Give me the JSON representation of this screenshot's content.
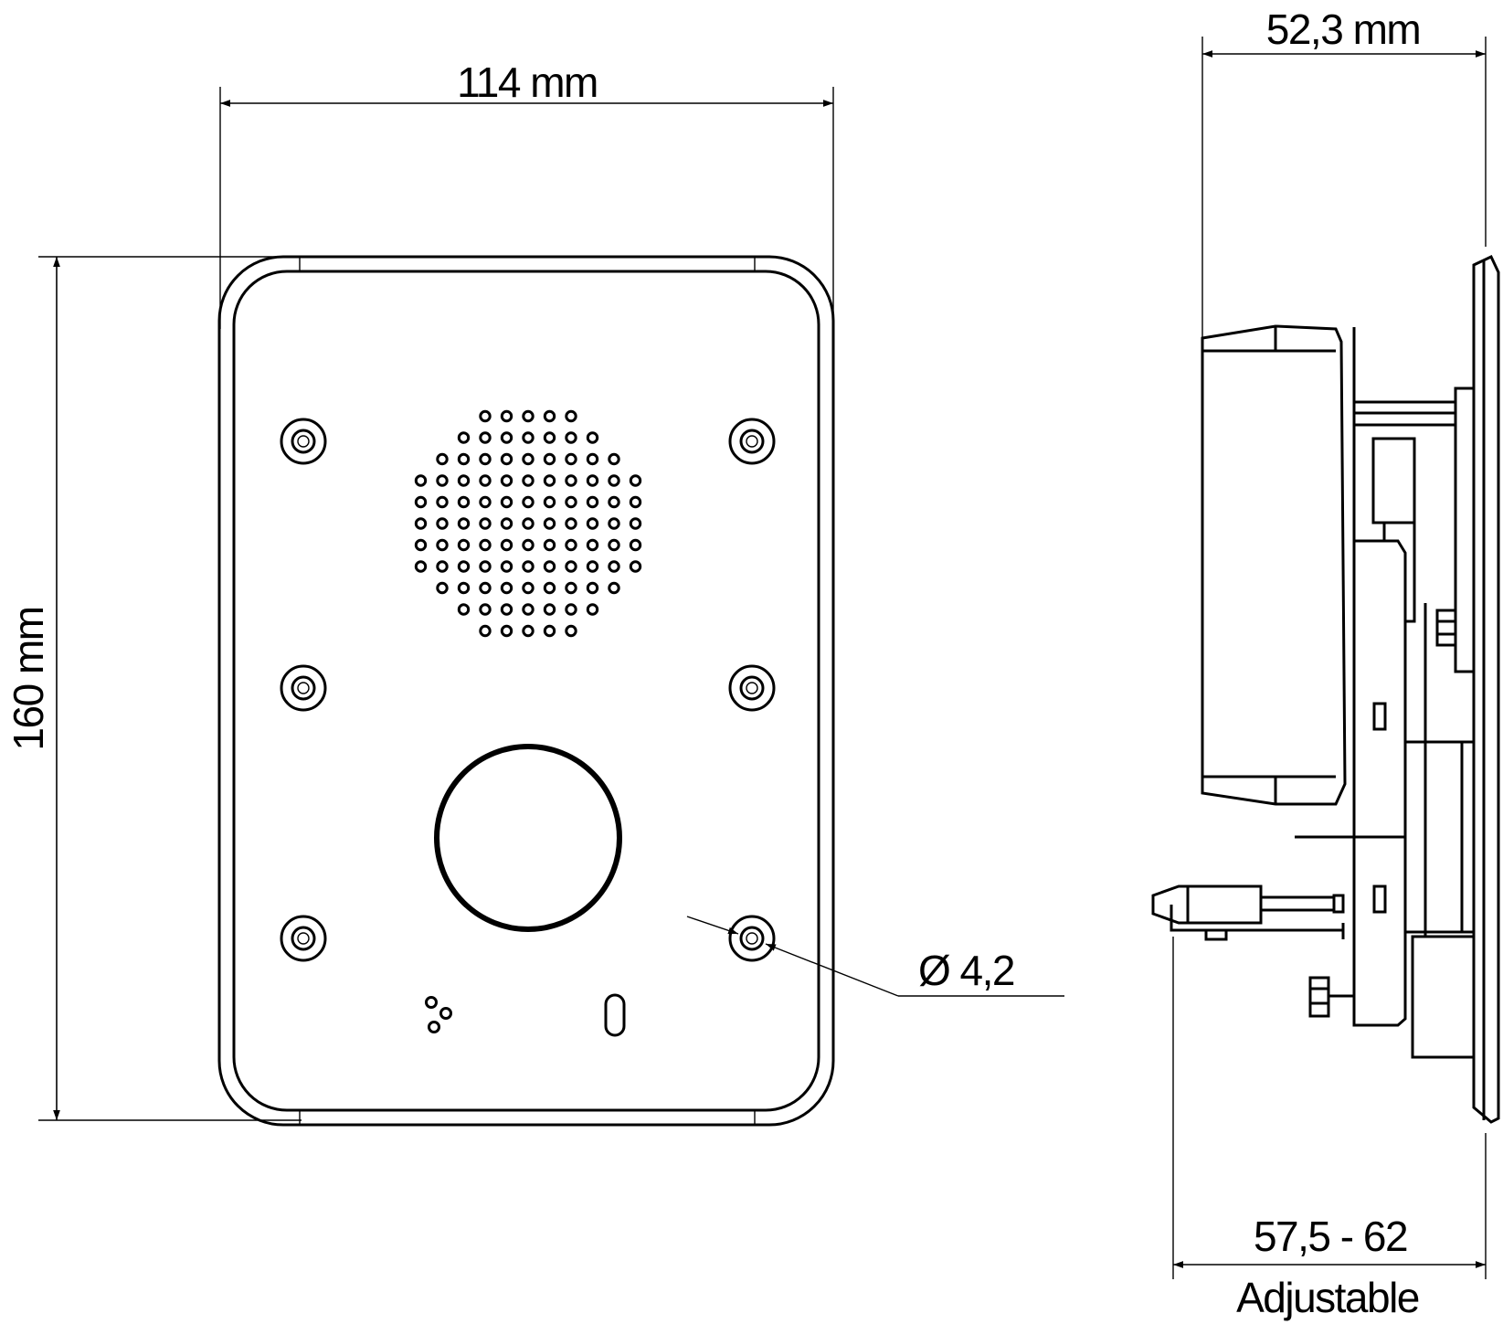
{
  "dimensions": {
    "front_width": "114 mm",
    "front_height": "160 mm",
    "side_depth": "52,3 mm",
    "hole_diameter": "Ø 4,2",
    "mount_range": "57,5 - 62",
    "mount_note": "Adjustable"
  }
}
